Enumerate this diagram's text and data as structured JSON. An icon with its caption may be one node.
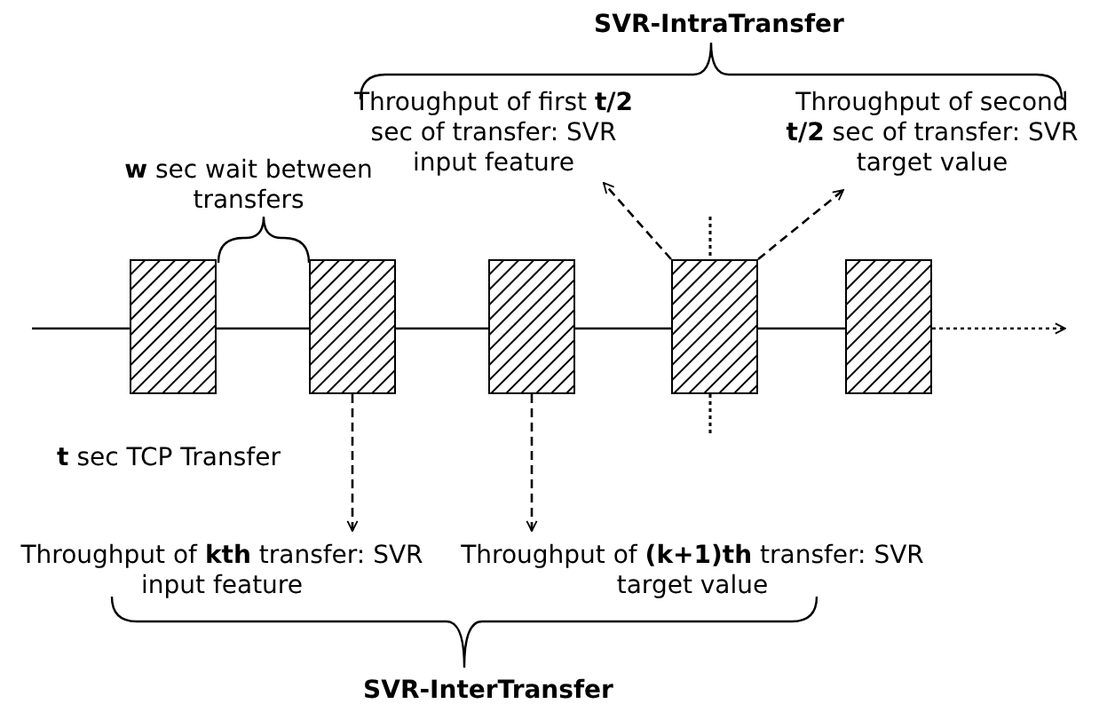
{
  "diagram": {
    "nodes": [
      {
        "text": [
          "Throughput of first **t/2** sec of transfer: SVR input feature"
        ]
      },
      {
        "text": [
          "Throughput of second **t/2** sec of transfer: SVR target value"
        ]
      },
      {
        "text": [],
        "shape": "box"
      },
      {
        "text": [],
        "shape": "box"
      },
      {
        "text": [],
        "shape": "box"
      },
      {
        "text": [],
        "shape": "box"
      },
      {
        "text": [],
        "shape": "box"
      },
      {
        "text": [
          "Throughput of **kth** transfer: SVR input feature"
        ]
      },
      {
        "text": [
          "Throughput of **(k+1)th** transfer: SVR target value"
        ]
      }
    ],
    "edges": [
      {
        "from": 5,
        "to": 0,
        "arrow": "to",
        "style": "dashed"
      },
      {
        "from": 5,
        "to": 1,
        "arrow": "to",
        "style": "dashed"
      },
      {
        "from": 3,
        "to": 7,
        "arrow": "to",
        "style": "dashed"
      },
      {
        "from": 4,
        "to": 8,
        "arrow": "to",
        "style": "dashed"
      },
      {
        "from": null,
        "to": 2,
        "arrow": "none"
      },
      {
        "from": 2,
        "to": 3,
        "arrow": "none"
      },
      {
        "from": 3,
        "to": 4,
        "arrow": "none"
      },
      {
        "from": 4,
        "to": 5,
        "arrow": "none"
      },
      {
        "from": 5,
        "to": 6,
        "arrow": "none"
      },
      {
        "from": 6,
        "to": null,
        "arrow": "to",
        "style": "dashed"
      }
    ],
    "labels": [
      "SVR-IntraTransfer",
      "**w** sec wait between transfers",
      "**t** sec TCP Transfer",
      "SVR-InterTransfer"
    ]
  }
}
